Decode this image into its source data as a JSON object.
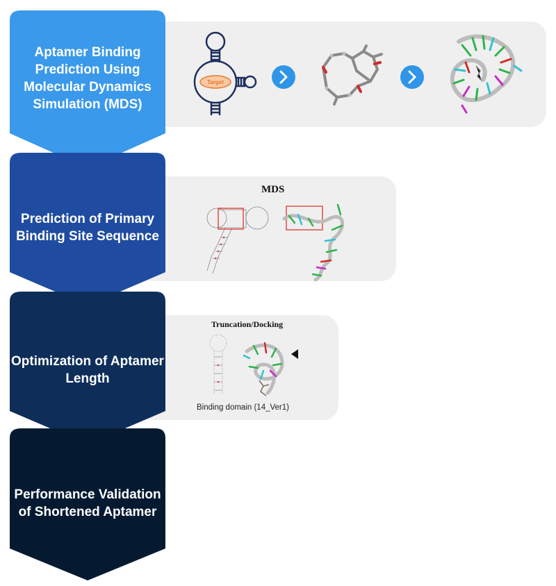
{
  "steps": [
    {
      "label": "Aptamer Binding Prediction Using Molecular Dynamics Simulation (MDS)",
      "color": "#3a99ea"
    },
    {
      "label": "Prediction of Primary Binding Site Sequence",
      "color": "#1f4ca0"
    },
    {
      "label": "Optimization of Aptamer Length",
      "color": "#0e2e59"
    },
    {
      "label": "Performance Validation of Shortened Aptamer",
      "color": "#051a31"
    }
  ],
  "panel1": {
    "target_label": "Target",
    "arrow_icon": "chevron-right-icon",
    "arrow_color": "#2f95e8"
  },
  "panel2": {
    "title": "MDS"
  },
  "panel3": {
    "title": "Truncation/Docking",
    "caption": "Binding domain (14_Ver1)"
  }
}
